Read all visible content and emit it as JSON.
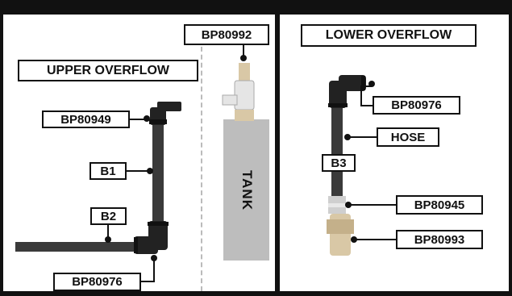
{
  "sections": {
    "upper_title": "UPPER OVERFLOW",
    "lower_title": "LOWER OVERFLOW"
  },
  "labels": {
    "bp80992": "BP80992",
    "bp80949": "BP80949",
    "b1": "B1",
    "b2": "B2",
    "bp80976_left": "BP80976",
    "bp80976_right": "BP80976",
    "hose": "HOSE",
    "b3": "B3",
    "bp80945": "BP80945",
    "bp80993": "BP80993"
  },
  "tank_label": "TANK",
  "colors": {
    "frame": "#111111",
    "tube": "#3a3a3a",
    "fitting": "#222222",
    "tank": "#bdbdbd",
    "brass": "#d9c8a6",
    "divider_dash": "#bbbbbb"
  }
}
